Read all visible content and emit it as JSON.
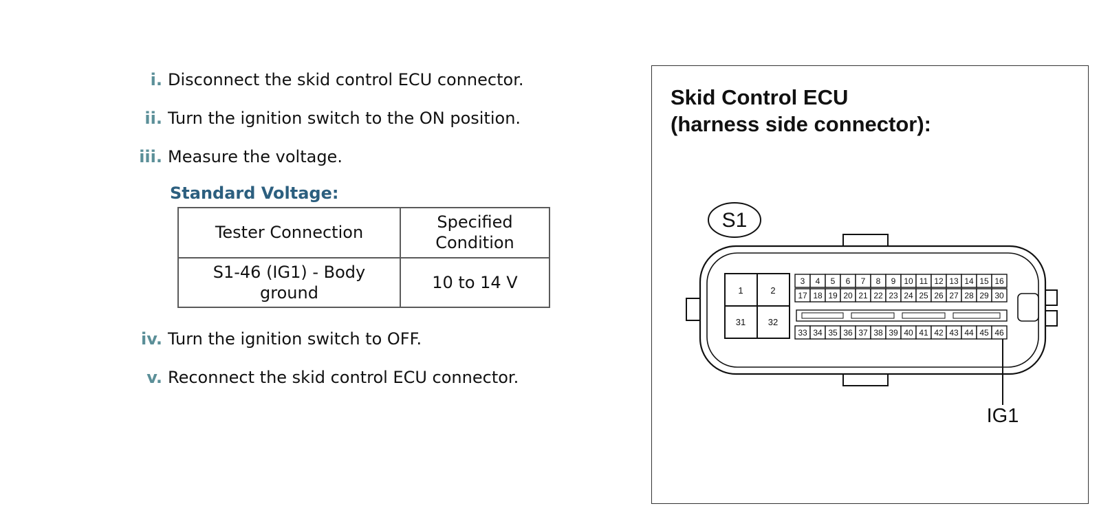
{
  "steps": [
    {
      "num": "i.",
      "text": "Disconnect the skid control ECU connector."
    },
    {
      "num": "ii.",
      "text": "Turn the ignition switch to the ON position."
    },
    {
      "num": "iii.",
      "text": "Measure the voltage."
    },
    {
      "num": "iv.",
      "text": "Turn the ignition switch to OFF."
    },
    {
      "num": "v.",
      "text": "Reconnect the skid control ECU connector."
    }
  ],
  "standard": {
    "title": "Standard Voltage:",
    "headers": [
      "Tester Connection",
      "Specified Condition"
    ],
    "rows": [
      [
        "S1-46 (IG1) - Body ground",
        "10 to 14 V"
      ]
    ]
  },
  "figure": {
    "title_line1": "Skid Control ECU",
    "title_line2": "(harness side connector):",
    "connector_id": "S1",
    "big_pins": [
      "1",
      "2",
      "31",
      "32"
    ],
    "pins_row1": [
      "3",
      "4",
      "5",
      "6",
      "7",
      "8",
      "9",
      "10",
      "11",
      "12",
      "13",
      "14",
      "15",
      "16"
    ],
    "pins_row2": [
      "17",
      "18",
      "19",
      "20",
      "21",
      "22",
      "23",
      "24",
      "25",
      "26",
      "27",
      "28",
      "29",
      "30"
    ],
    "pins_row3": [
      "33",
      "34",
      "35",
      "36",
      "37",
      "38",
      "39",
      "40",
      "41",
      "42",
      "43",
      "44",
      "45",
      "46"
    ],
    "callout_label": "IG1"
  }
}
